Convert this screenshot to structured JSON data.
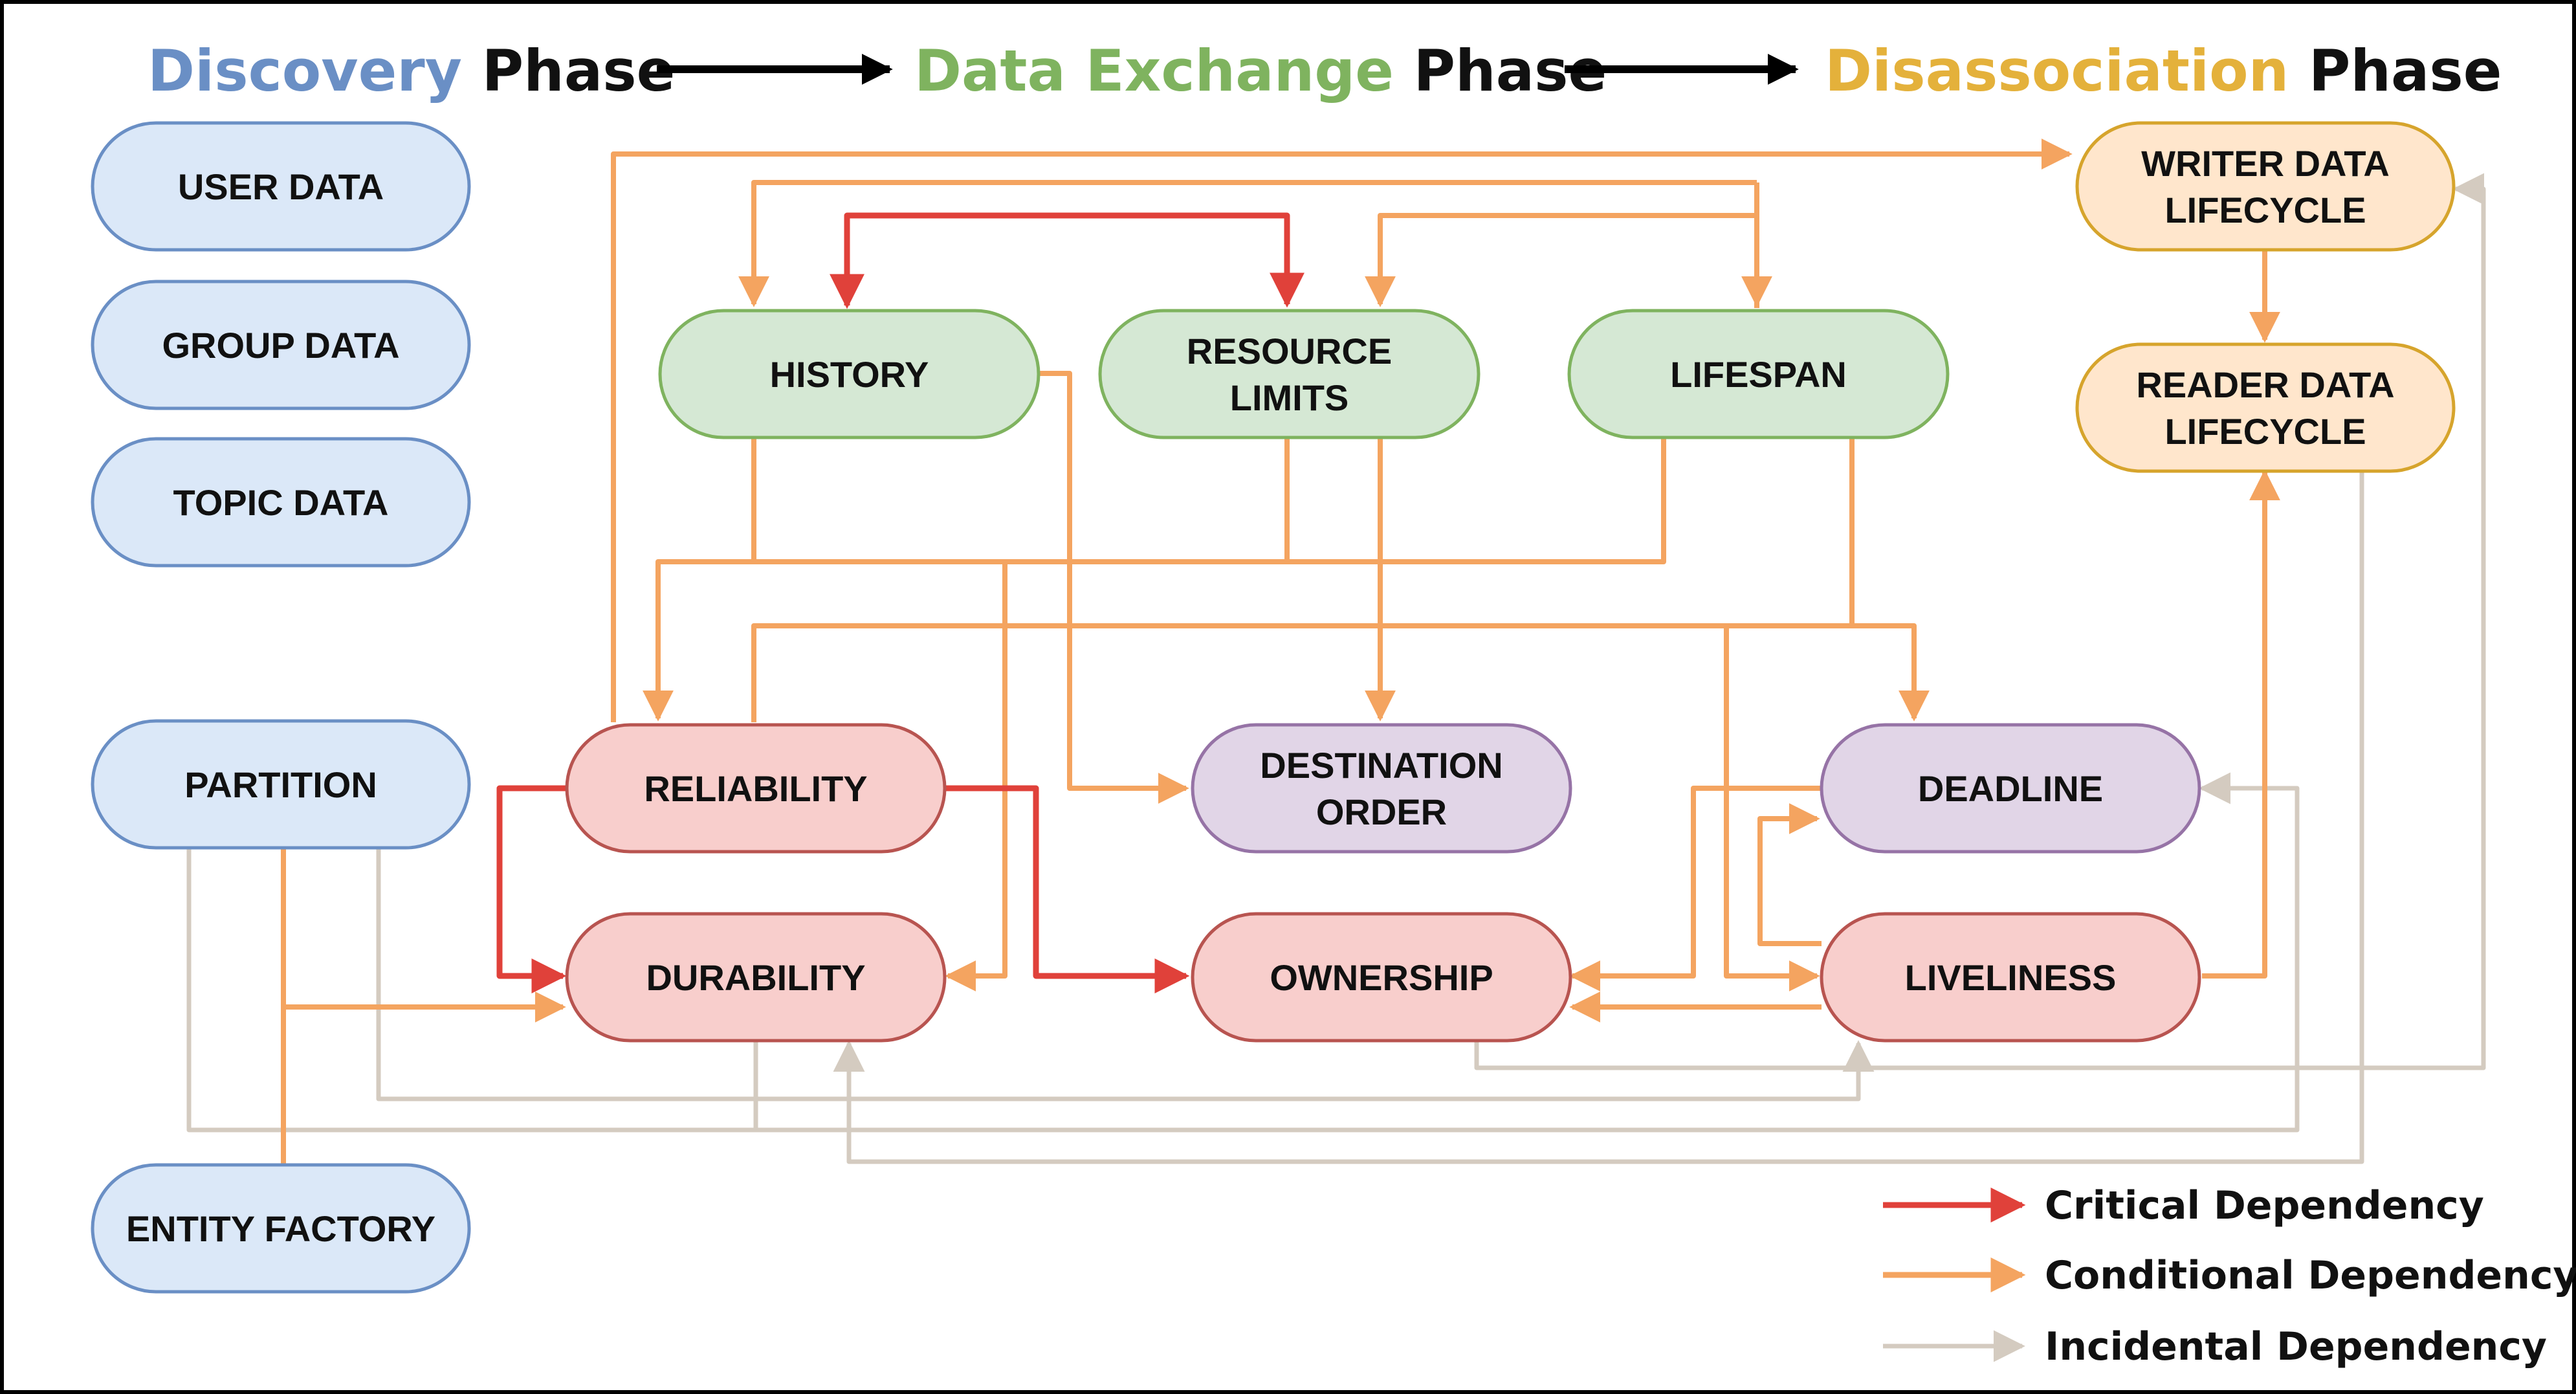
{
  "header": {
    "phases": [
      {
        "word": "Discovery",
        "suffix": " Phase",
        "color": "#6a8fc5"
      },
      {
        "word": "Data Exchange",
        "suffix": " Phase",
        "color": "#7fb35f"
      },
      {
        "word": "Disassociation",
        "suffix": " Phase",
        "color": "#e4b13b"
      }
    ]
  },
  "palette": {
    "critical": "#e0413a",
    "conditional": "#f4a460",
    "incidental": "#d4cbc0",
    "discovery_fill": "#dbe8f8",
    "discovery_stroke": "#6a8fc5",
    "exchange_fill": "#d5e8d4",
    "exchange_stroke": "#7fb35f",
    "disassoc_fill": "#ffe6cc",
    "disassoc_stroke": "#d6a42c",
    "red_fill": "#f8cecc",
    "red_stroke": "#b85450",
    "purple_fill": "#e1d5e7",
    "purple_stroke": "#9673a6"
  },
  "nodes": {
    "user_data": [
      "USER DATA"
    ],
    "group_data": [
      "GROUP DATA"
    ],
    "topic_data": [
      "TOPIC DATA"
    ],
    "partition": [
      "PARTITION"
    ],
    "entity_factory": [
      "ENTITY FACTORY"
    ],
    "history": [
      "HISTORY"
    ],
    "resource_limits": [
      "RESOURCE",
      "LIMITS"
    ],
    "lifespan": [
      "LIFESPAN"
    ],
    "reliability": [
      "RELIABILITY"
    ],
    "durability": [
      "DURABILITY"
    ],
    "destination_order": [
      "DESTINATION",
      "ORDER"
    ],
    "ownership": [
      "OWNERSHIP"
    ],
    "deadline": [
      "DEADLINE"
    ],
    "liveliness": [
      "LIVELINESS"
    ],
    "writer_lifecycle": [
      "WRITER DATA",
      "LIFECYCLE"
    ],
    "reader_lifecycle": [
      "READER DATA",
      "LIFECYCLE"
    ]
  },
  "legend": [
    {
      "label": "Critical Dependency",
      "kind": "critical"
    },
    {
      "label": "Conditional Dependency",
      "kind": "conditional"
    },
    {
      "label": "Incidental Dependency",
      "kind": "incidental"
    }
  ]
}
